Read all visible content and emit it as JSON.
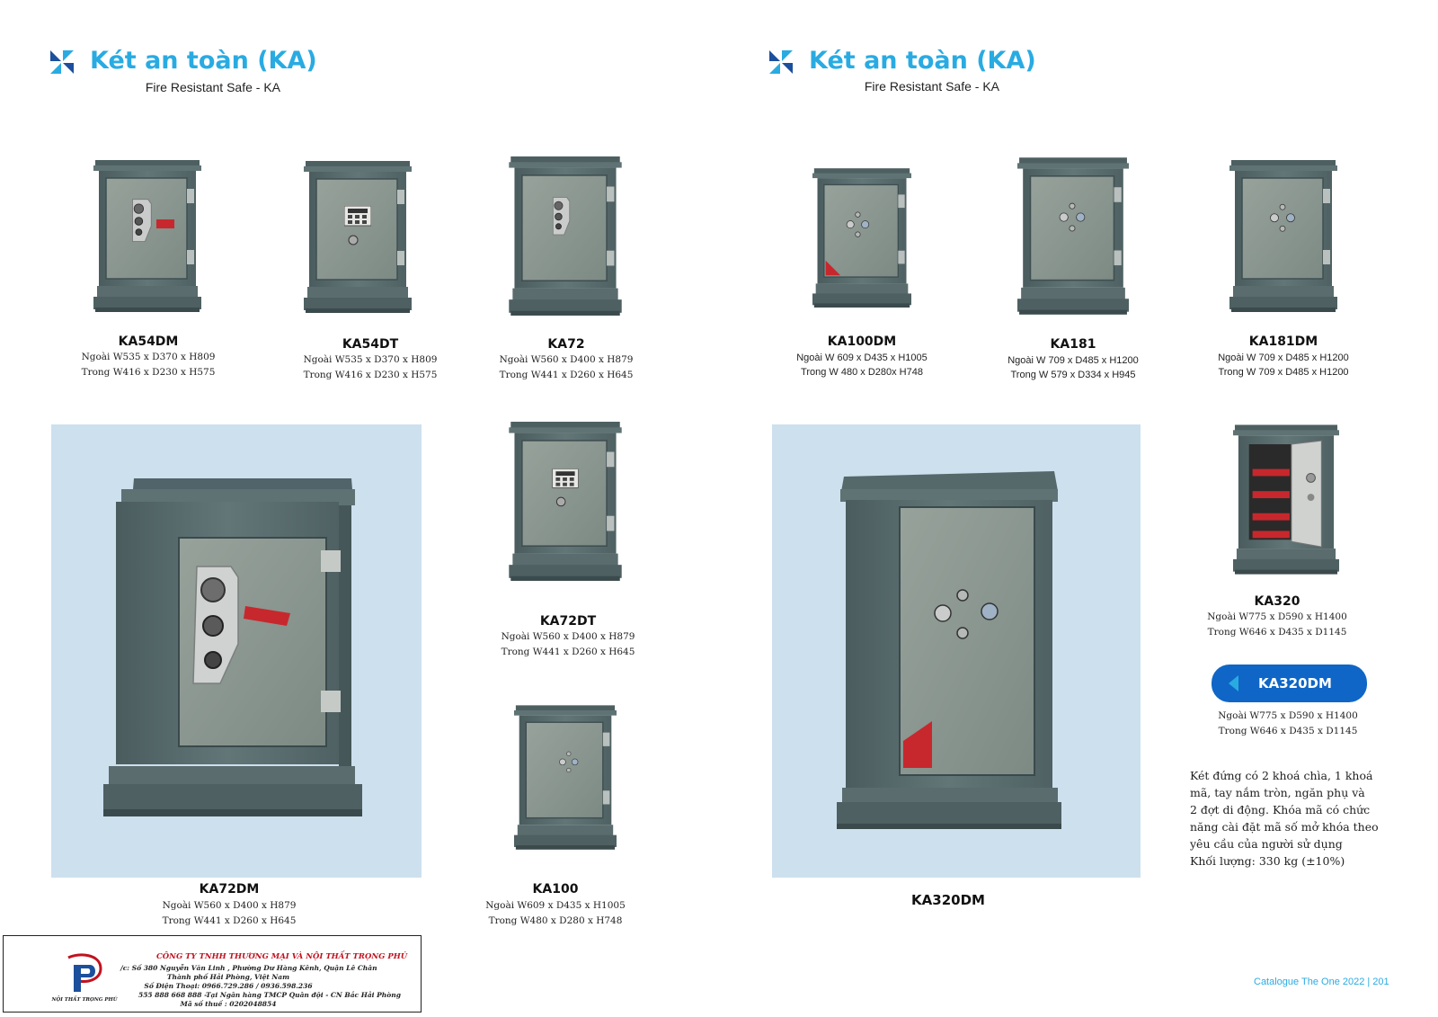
{
  "left_header": {
    "title": "Két an toàn (KA)",
    "subtitle": "Fire Resistant Safe - KA"
  },
  "right_header": {
    "title": "Két an toàn (KA)",
    "subtitle": "Fire Resistant Safe - KA"
  },
  "products": {
    "ka54dm": {
      "name": "KA54DM",
      "outer": "Ngoài W535 x D370 x H809",
      "inner": "Trong W416 x D230 x H575"
    },
    "ka54dt": {
      "name": "KA54DT",
      "outer": "Ngoài W535 x D370 x H809",
      "inner": "Trong W416 x D230 x H575"
    },
    "ka72": {
      "name": "KA72",
      "outer": "Ngoài W560 x D400 x H879",
      "inner": "Trong W441 x D260 x H645"
    },
    "ka100dm": {
      "name": "KA100DM",
      "outer": "Ngoài W 609 x D435 x H1005",
      "inner": "Trong W 480 x D280x H748"
    },
    "ka181": {
      "name": "KA181",
      "outer": "Ngoài W 709 x D485 x H1200",
      "inner": "Trong W 579 x D334 x H945"
    },
    "ka181dm": {
      "name": "KA181DM",
      "outer": "Ngoài W 709 x D485 x H1200",
      "inner": "Trong W 709 x D485 x H1200"
    },
    "ka72dt": {
      "name": "KA72DT",
      "outer": "Ngoài  W560 x D400 x H879",
      "inner": "Trong W441 x D260 x H645"
    },
    "ka72dm": {
      "name": "KA72DM",
      "outer": "Ngoài W560 x D400 x H879",
      "inner": "Trong W441 x D260 x H645"
    },
    "ka100": {
      "name": "KA100",
      "outer": "Ngoài W609 x D435 x H1005",
      "inner": "Trong W480 x D280 x H748"
    },
    "ka320": {
      "name": "KA320",
      "outer": "Ngoài W775 x D590 x H1400",
      "inner": "Trong W646 x D435 x D1145"
    },
    "ka320dm_big": {
      "name": "KA320DM"
    }
  },
  "featured": {
    "pill_label": "KA320DM",
    "outer": "Ngoài W775 x D590 x H1400",
    "inner": "Trong W646 x D435 x D1145",
    "description": [
      "Két đứng có 2 khoá chìa, 1 khoá",
      "mã, tay nắm tròn, ngăn phụ và",
      "2 đợt di động. Khóa mã có chức",
      "năng cài đặt mã số mở khóa theo",
      "yêu cầu của người sử dụng",
      "Khối lượng: 330 kg (±10%)"
    ]
  },
  "footer": {
    "company": "CÔNG TY TNHH THƯƠNG MẠI VÀ NỘI THẤT TRỌNG PHÚ",
    "address": "/c: Số 380 Nguyễn Văn Linh , Phường Dư Hàng Kênh, Quận Lê Chân",
    "city": "Thành phố Hải Phòng, Việt Nam",
    "phone": "Số Điện Thoại: 0966.729.286 / 0936.598.236",
    "bank": "555 888 668 888 -Tại Ngân hàng TMCP Quân đội - CN Bắc Hải Phòng",
    "tax": "Mã số thuế : 0202048854",
    "logo_caption": "NỘI THẤT TRỌNG PHÚ"
  },
  "catalogue": "Catalogue The One 2022 | 201",
  "colors": {
    "accent": "#29abe2",
    "pill": "#0f66c6",
    "photo_bg": "#cde0ee",
    "safe_body": "#56696b",
    "safe_door": "#8c9791",
    "logo_red": "#c1121f",
    "logo_blue": "#1c4f9c"
  }
}
